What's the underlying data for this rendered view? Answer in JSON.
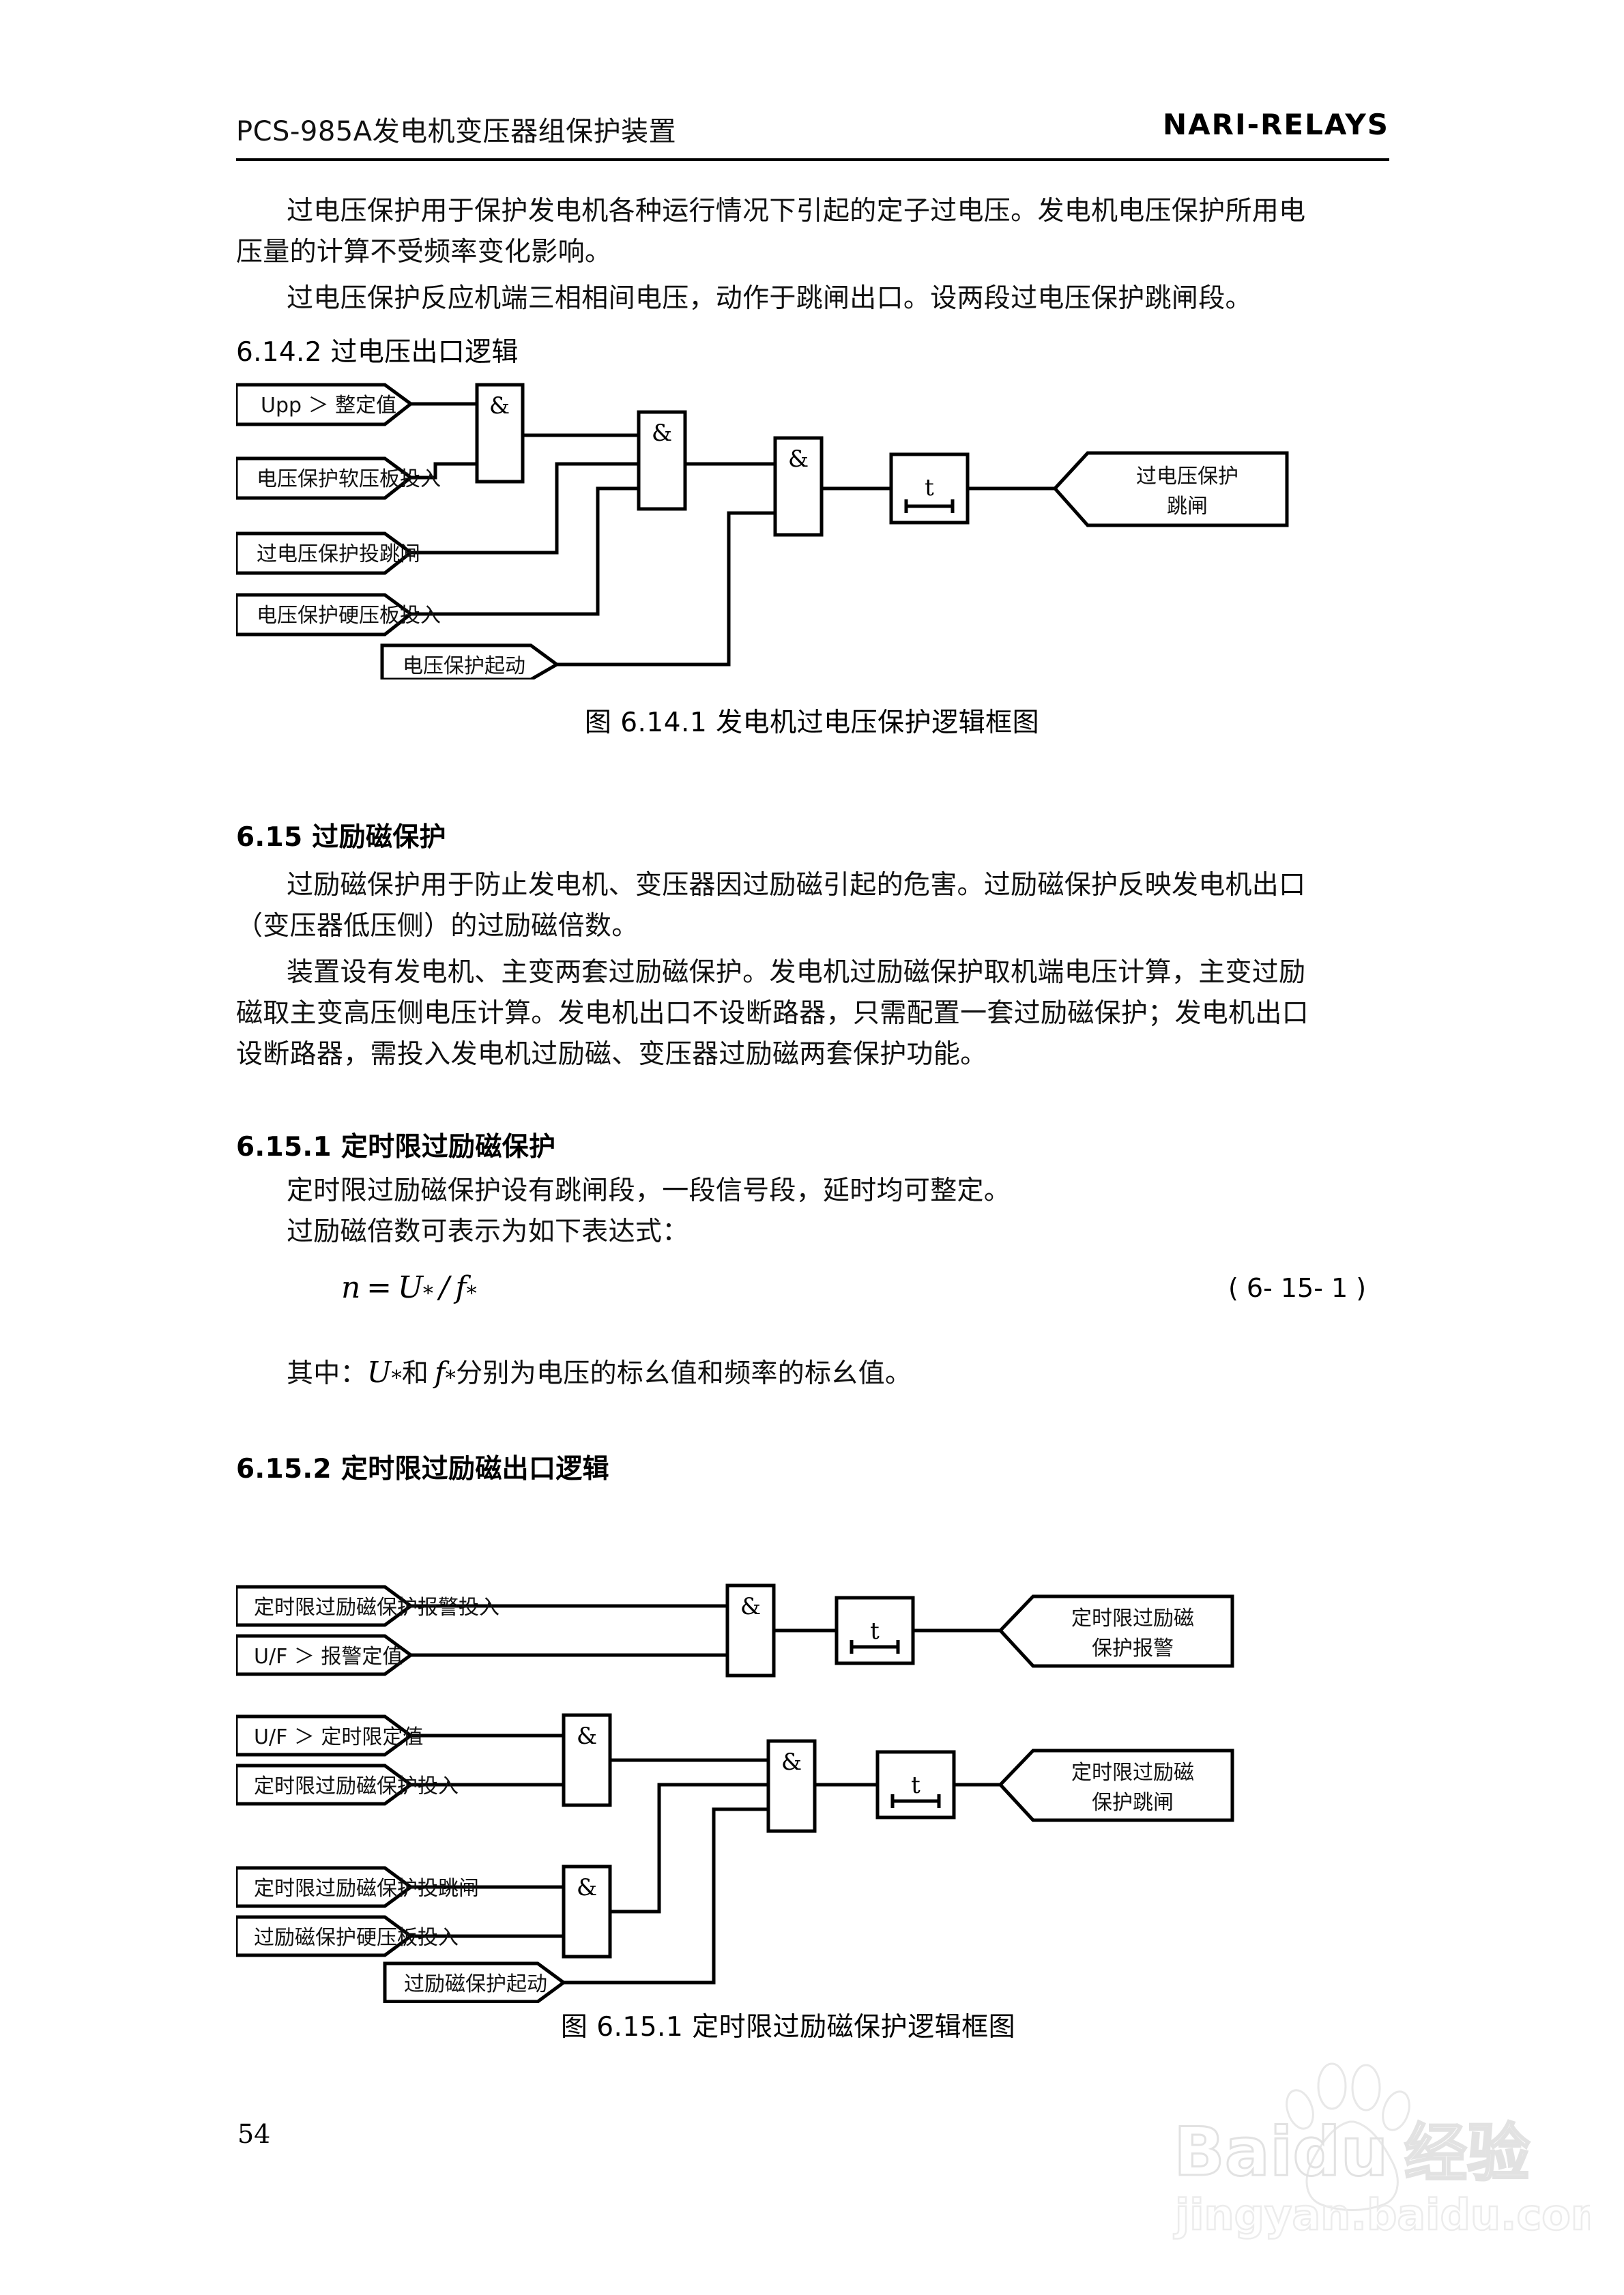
{
  "header": {
    "left_title": "PCS-985A发电机变压器组保护装置",
    "right_brand": "NARI-RELAYS"
  },
  "page_number": "54",
  "watermark": {
    "brand": "Baidu",
    "brand_cn": "经验",
    "url": "jingyan.baidu.com"
  },
  "body": {
    "p1_line1": "过电压保护用于保护发电机各种运行情况下引起的定子过电压。发电机电压保护所用电",
    "p1_line2": "压量的计算不受频率变化影响。",
    "p2_line1": "过电压保护反应机端三相相间电压，动作于跳闸出口。设两段过电压保护跳闸段。",
    "sec_6_14_2": "6.14.2  过电压出口逻辑",
    "fig_6_14_1_caption": "图 6.14.1  发电机过电压保护逻辑框图",
    "sec_6_15": "6.15  过励磁保护",
    "p3_line1": "过励磁保护用于防止发电机、变压器因过励磁引起的危害。过励磁保护反映发电机出口",
    "p3_line2": "（变压器低压侧）的过励磁倍数。",
    "p4_line1": "装置设有发电机、主变两套过励磁保护。发电机过励磁保护取机端电压计算，主变过励",
    "p4_line2": "磁取主变高压侧电压计算。发电机出口不设断路器，只需配置一套过励磁保护；发电机出口",
    "p4_line3": "设断路器，需投入发电机过励磁、变压器过励磁两套保护功能。",
    "sec_6_15_1": "6.15.1  定时限过励磁保护",
    "p5_line1": "定时限过励磁保护设有跳闸段，一段信号段，延时均可整定。",
    "p5_line2": "过励磁倍数可表示为如下表达式：",
    "formula_n": "n",
    "formula_eq": "=",
    "formula_u": "U",
    "formula_slash": "/",
    "formula_f": "f",
    "formula_star": "*",
    "formula_number": "( 6- 15- 1 )",
    "p6_pre": "其中：",
    "p6_mid": "和",
    "p6_post": "分别为电压的标幺值和频率的标幺值。",
    "sec_6_15_2": "6.15.2  定时限过励磁出口逻辑",
    "fig_6_15_1_caption": "图 6.15.1  定时限过励磁保护逻辑框图"
  },
  "figure_6_14_1": {
    "inputs": [
      "Upp ＞ 整定值",
      "电压保护软压板投入",
      "过电压保护投跳闸",
      "电压保护硬压板投入",
      "电压保护起动"
    ],
    "gates": [
      "&",
      "&",
      "&"
    ],
    "timer": "t",
    "output": [
      "过电压保护",
      "跳闸"
    ]
  },
  "figure_6_15_1": {
    "inputs": [
      "定时限过励磁保护报警投入",
      "U/F ＞ 报警定值",
      "U/F ＞ 定时限定值",
      "定时限过励磁保护投入",
      "定时限过励磁保护投跳闸",
      "过励磁保护硬压板投入",
      "过励磁保护起动"
    ],
    "gates": [
      "&",
      "&",
      "&",
      "&"
    ],
    "timers": [
      "t",
      "t"
    ],
    "output_alarm": [
      "定时限过励磁",
      "保护报警"
    ],
    "output_trip": [
      "定时限过励磁",
      "保护跳闸"
    ]
  }
}
